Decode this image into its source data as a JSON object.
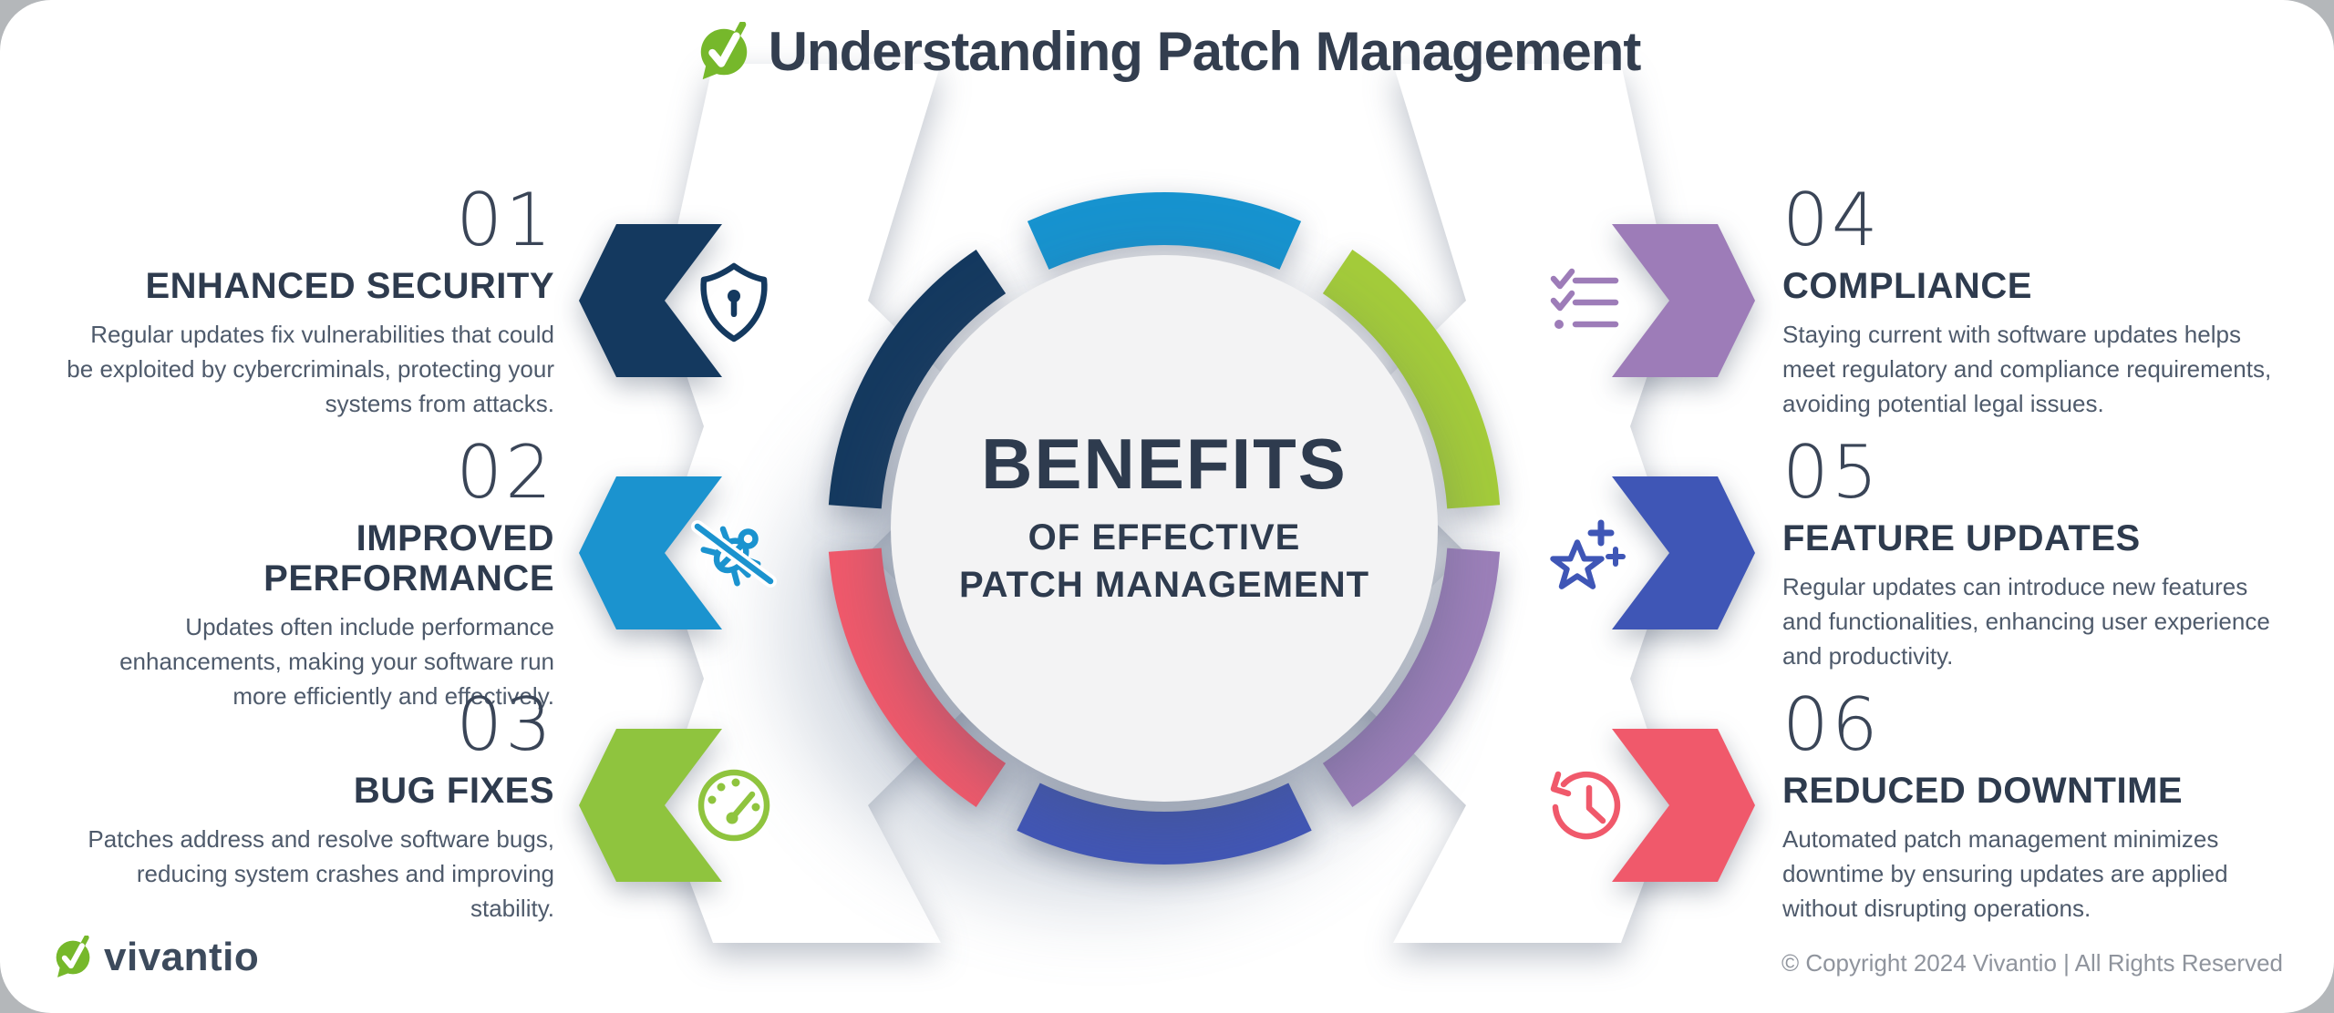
{
  "page": {
    "background": "#b4b7ba",
    "card_background": "#ffffff"
  },
  "header": {
    "title": "Understanding Patch Management",
    "logo": "vivantio-check-logo",
    "title_color": "#333e4f"
  },
  "center": {
    "heading": "BENEFITS",
    "subheading_line1": "OF EFFECTIVE",
    "subheading_line2": "PATCH MANAGEMENT",
    "circle_color": "#f3f3f4",
    "text_color": "#2e3b4e"
  },
  "ring": {
    "thickness": 58,
    "segments": [
      {
        "name": "top",
        "color": "#1793cf",
        "start": 336,
        "end": 384
      },
      {
        "name": "upper-right",
        "color": "#a4cc3a",
        "start": 34,
        "end": 86
      },
      {
        "name": "lower-right",
        "color": "#9d80ba",
        "start": 94,
        "end": 146
      },
      {
        "name": "bottom",
        "color": "#4156b8",
        "start": 154,
        "end": 206
      },
      {
        "name": "lower-left",
        "color": "#f2596b",
        "start": 214,
        "end": 266
      },
      {
        "name": "upper-left",
        "color": "#14395f",
        "start": 274,
        "end": 326
      }
    ]
  },
  "items": [
    {
      "number": "01",
      "title": "ENHANCED SECURITY",
      "body": "Regular updates fix vulnerabilities that could be exploited by cybercriminals, protecting your systems from attacks.",
      "color": "#14395f",
      "icon": "shield-keyhole-icon",
      "side": "left"
    },
    {
      "number": "02",
      "title": "IMPROVED PERFORMANCE",
      "body": "Updates often include performance enhancements, making your software run more efficiently and effectively.",
      "color": "#1b93cf",
      "icon": "no-bug-icon",
      "side": "left"
    },
    {
      "number": "03",
      "title": "BUG FIXES",
      "body": "Patches address and resolve software bugs, reducing system crashes and improving stability.",
      "color": "#8fc43e",
      "icon": "speedometer-icon",
      "side": "left"
    },
    {
      "number": "04",
      "title": "COMPLIANCE",
      "body": "Staying current with software updates helps meet regulatory and compliance requirements, avoiding potential legal issues.",
      "color": "#9d7cb8",
      "icon": "checklist-icon",
      "side": "right"
    },
    {
      "number": "05",
      "title": "FEATURE UPDATES",
      "body": "Regular updates can introduce new features and functionalities, enhancing user experience and productivity.",
      "color": "#3f56b6",
      "icon": "star-plus-icon",
      "side": "right"
    },
    {
      "number": "06",
      "title": "REDUCED DOWNTIME",
      "body": "Automated patch management minimizes downtime by ensuring updates are applied without disrupting operations.",
      "color": "#f0596b",
      "icon": "history-clock-icon",
      "side": "right"
    }
  ],
  "footer": {
    "brand": "vivantio",
    "brand_color": "#76b82b",
    "copyright": "© Copyright 2024 Vivantio | All Rights Reserved"
  }
}
